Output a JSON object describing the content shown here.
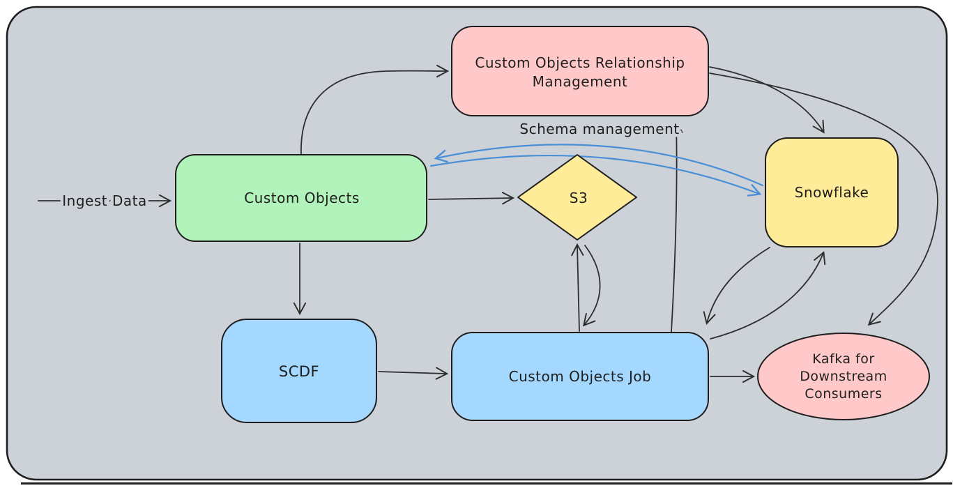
{
  "canvas": {
    "background": "#ffffff",
    "frame_fill": "#cdd2d9",
    "frame_stroke": "#1e1e1e"
  },
  "colors": {
    "arrow": "#2d2d2d",
    "blue_arrow": "#4a8fd6",
    "text": "#1e1e1e",
    "green_fill": "#b2f2bb",
    "pink_fill": "#ffc9c9",
    "yellow_fill": "#ffec99",
    "blue_fill": "#a5d8ff"
  },
  "nodes": {
    "custom_objects": {
      "label": "Custom Objects",
      "fill": "#b2f2bb"
    },
    "relationship_mgmt": {
      "label_line1": "Custom Objects Relationship",
      "label_line2": "Management",
      "fill": "#ffc9c9"
    },
    "s3": {
      "label": "S3",
      "fill": "#ffec99"
    },
    "snowflake": {
      "label": "Snowflake",
      "fill": "#ffec99"
    },
    "scdf": {
      "label": "SCDF",
      "fill": "#a5d8ff"
    },
    "custom_objects_job": {
      "label": "Custom Objects Job",
      "fill": "#a5d8ff"
    },
    "kafka": {
      "label_line1": "Kafka for",
      "label_line2": "Downstream",
      "label_line3": "Consumers",
      "fill": "#ffc9c9"
    }
  },
  "labels": {
    "ingest": "Ingest Data",
    "schema": "Schema management"
  }
}
